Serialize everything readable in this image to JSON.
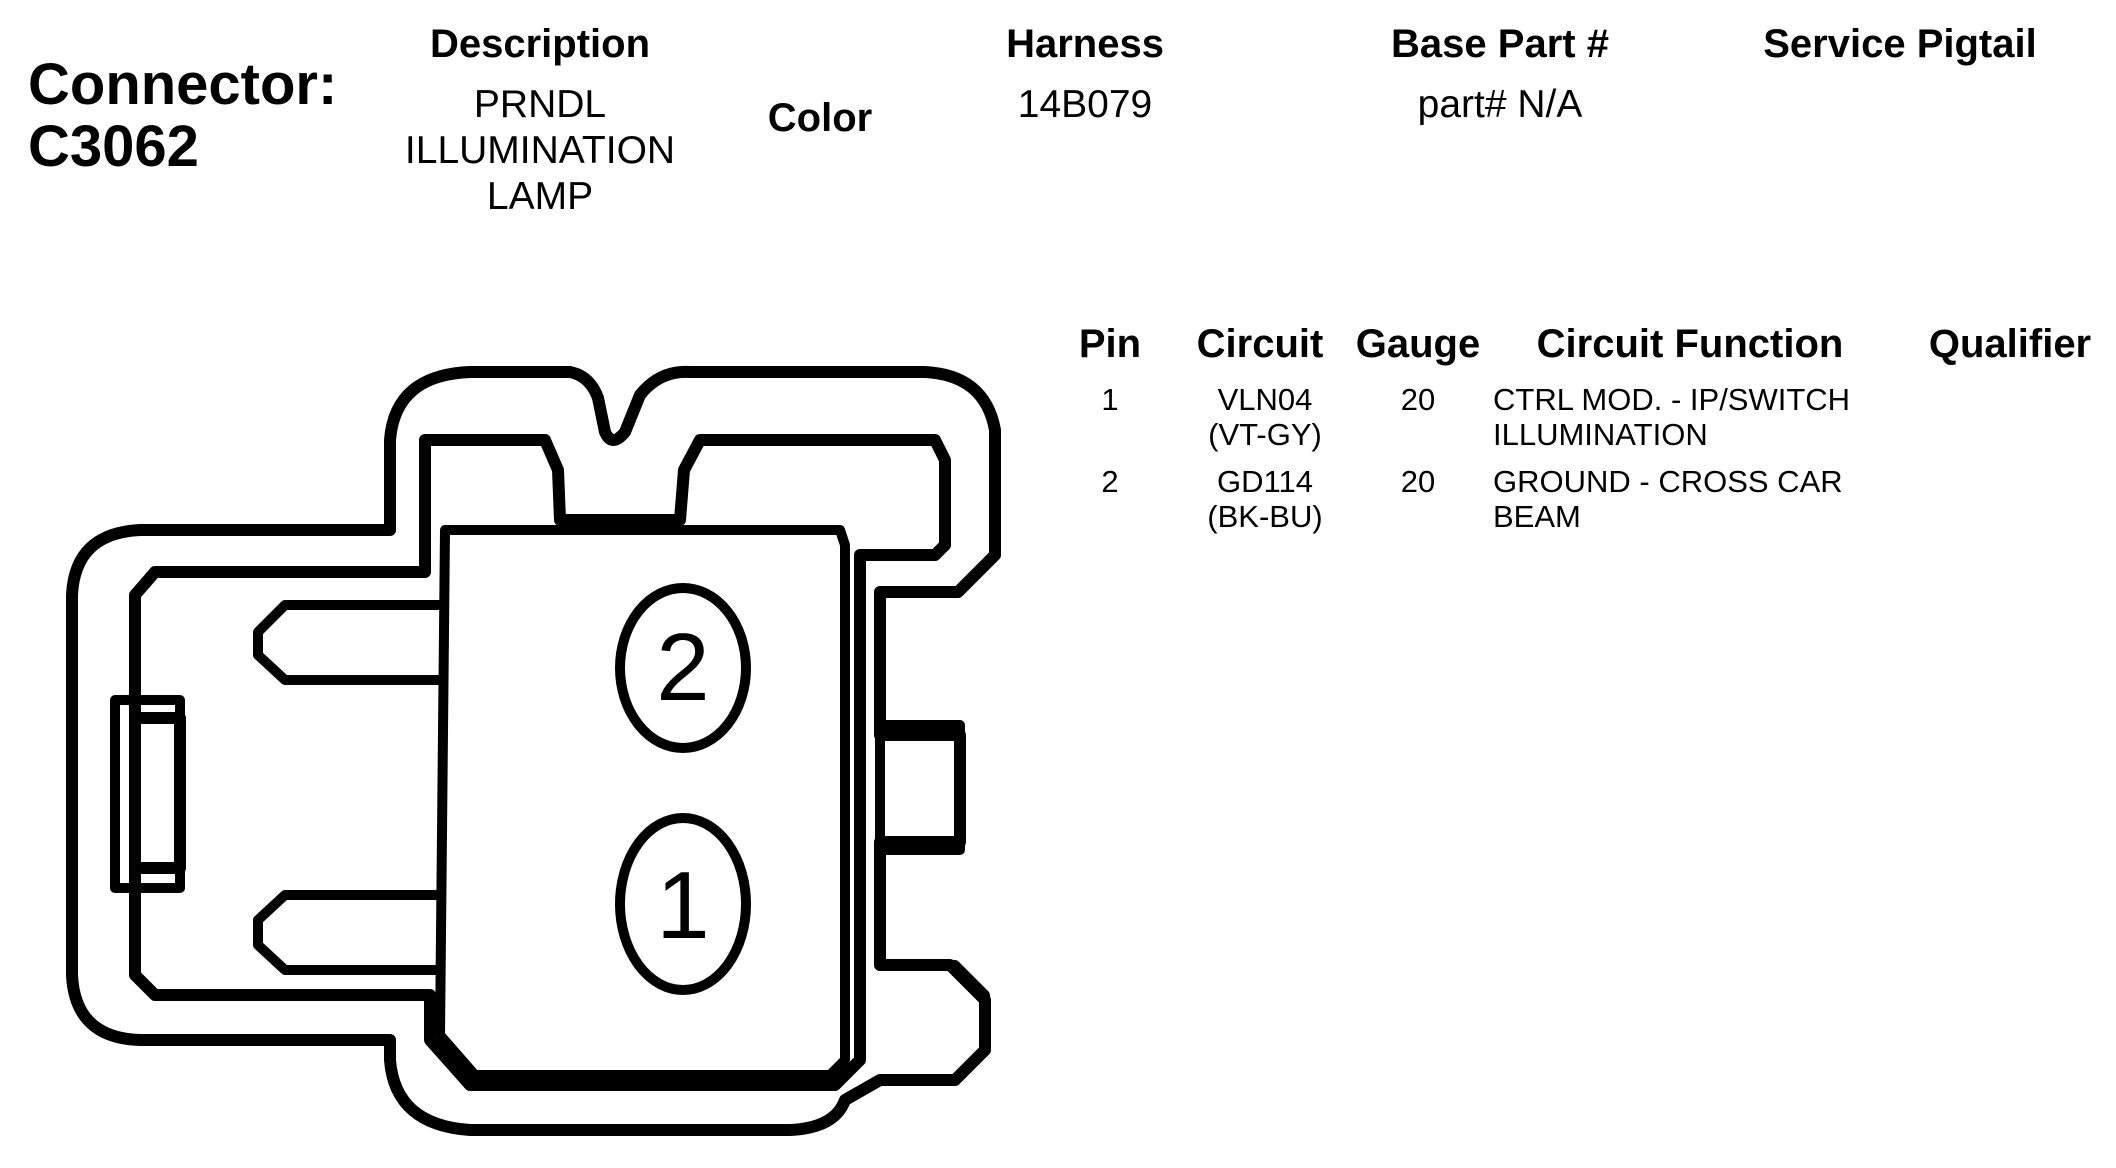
{
  "connector": {
    "label": "Connector:",
    "id": "C3062"
  },
  "header": {
    "description_label": "Description",
    "description_value": "PRNDL ILLUMINATION LAMP",
    "color_label": "Color",
    "harness_label": "Harness",
    "harness_value": "14B079",
    "base_part_label": "Base Part #",
    "base_part_value": "part# N/A",
    "service_pigtail_label": "Service Pigtail"
  },
  "table": {
    "columns": [
      "Pin",
      "Circuit",
      "Gauge",
      "Circuit Function",
      "Qualifier"
    ],
    "rows": [
      {
        "pin": "1",
        "circuit": "VLN04 (VT-GY)",
        "gauge": "20",
        "function": "CTRL MOD. - IP/SWITCH ILLUMINATION",
        "qualifier": ""
      },
      {
        "pin": "2",
        "circuit": "GD114 (BK-BU)",
        "gauge": "20",
        "function": "GROUND - CROSS CAR BEAM",
        "qualifier": ""
      }
    ]
  },
  "diagram": {
    "pin_labels": [
      "2",
      "1"
    ]
  }
}
